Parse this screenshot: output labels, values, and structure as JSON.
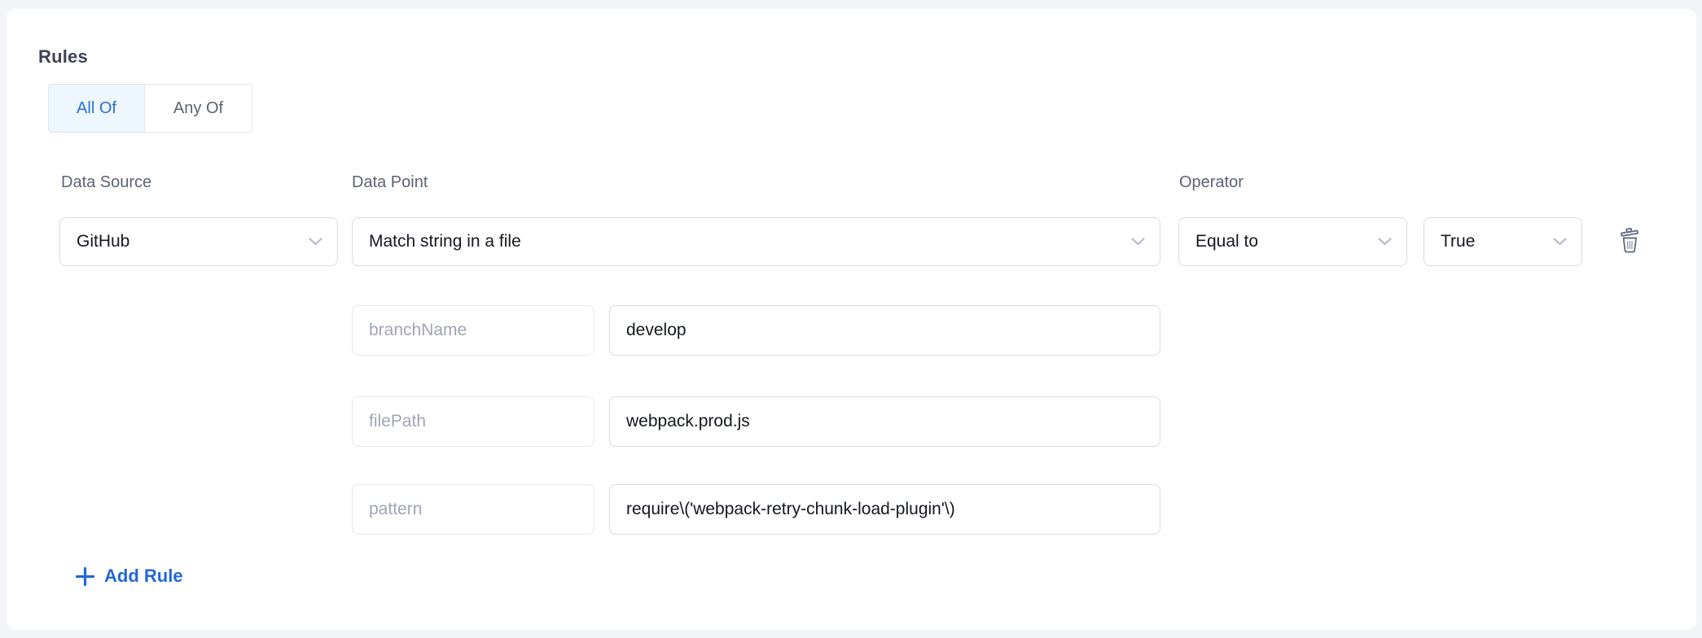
{
  "rules": {
    "title": "Rules",
    "match_modes": [
      {
        "label": "All Of",
        "active": true
      },
      {
        "label": "Any Of",
        "active": false
      }
    ]
  },
  "rule": {
    "data_source": {
      "label": "Data Source",
      "selected": "GitHub"
    },
    "data_point": {
      "label": "Data Point",
      "selected": "Match string in a file"
    },
    "operator": {
      "label": "Operator",
      "selected": "Equal to"
    },
    "operator_value": {
      "selected": "True"
    },
    "params": [
      {
        "key": "branchName",
        "value": "develop"
      },
      {
        "key": "filePath",
        "value": "webpack.prod.js"
      },
      {
        "key": "pattern",
        "value": "require\\('webpack-retry-chunk-load-plugin'\\)"
      }
    ]
  },
  "actions": {
    "add_rule": "Add Rule"
  },
  "icons": {
    "select_caret": "chevron-down-icon",
    "delete_rule": "trash-icon",
    "add_rule": "plus-icon"
  },
  "colors": {
    "accent_blue": "#2367d8",
    "active_toggle_bg": "#eef7fd",
    "active_toggle_text": "#2a6fd1",
    "page_bg": "#f3f4f8",
    "card_bg": "#ffffff",
    "input_border": "#d8dbe6",
    "disabled_border": "#e5e7f0",
    "label_gray": "#5c6372",
    "placeholder_gray": "#a1a4b5",
    "text_dark": "#15181f",
    "icon_gray": "#676e84",
    "caret_gray": "#b6b9c6"
  }
}
